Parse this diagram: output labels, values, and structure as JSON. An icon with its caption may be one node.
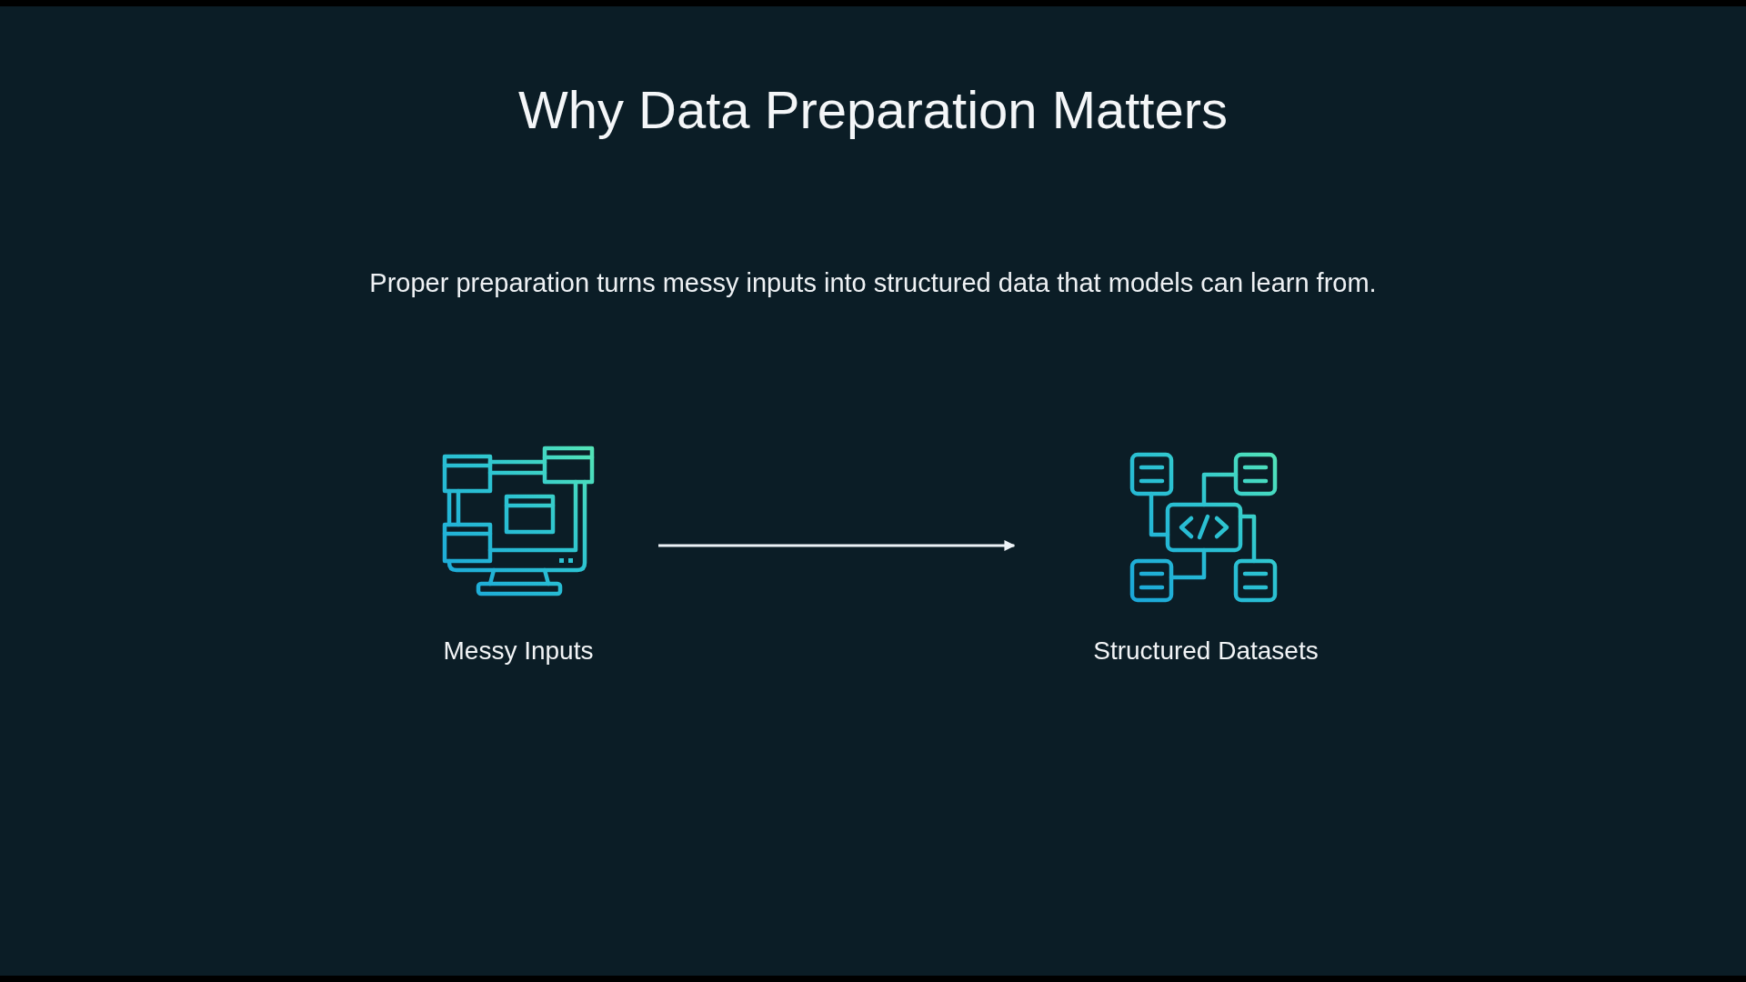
{
  "diagram": {
    "title": "Why Data Preparation Matters",
    "nodes": [
      {
        "text": [
          "Messy Inputs"
        ]
      },
      {
        "text": [
          "Structured Datasets"
        ]
      }
    ],
    "edges": [
      {
        "from": 0,
        "to": 1,
        "arrow": "to"
      }
    ],
    "labels": [
      "Proper preparation turns messy inputs into structured data that models can learn from."
    ]
  }
}
